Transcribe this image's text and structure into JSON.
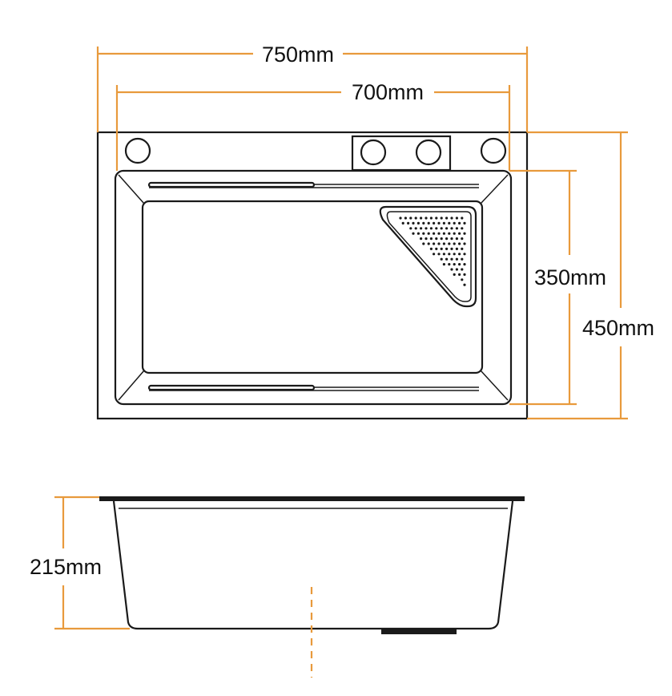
{
  "dimensions": {
    "overall_width": "750mm",
    "inner_width": "700mm",
    "inner_depth": "350mm",
    "overall_depth": "450mm",
    "bowl_height": "215mm"
  },
  "colors": {
    "dimension_line": "#e89a3c",
    "outline": "#1a1a1a",
    "background": "#ffffff"
  }
}
